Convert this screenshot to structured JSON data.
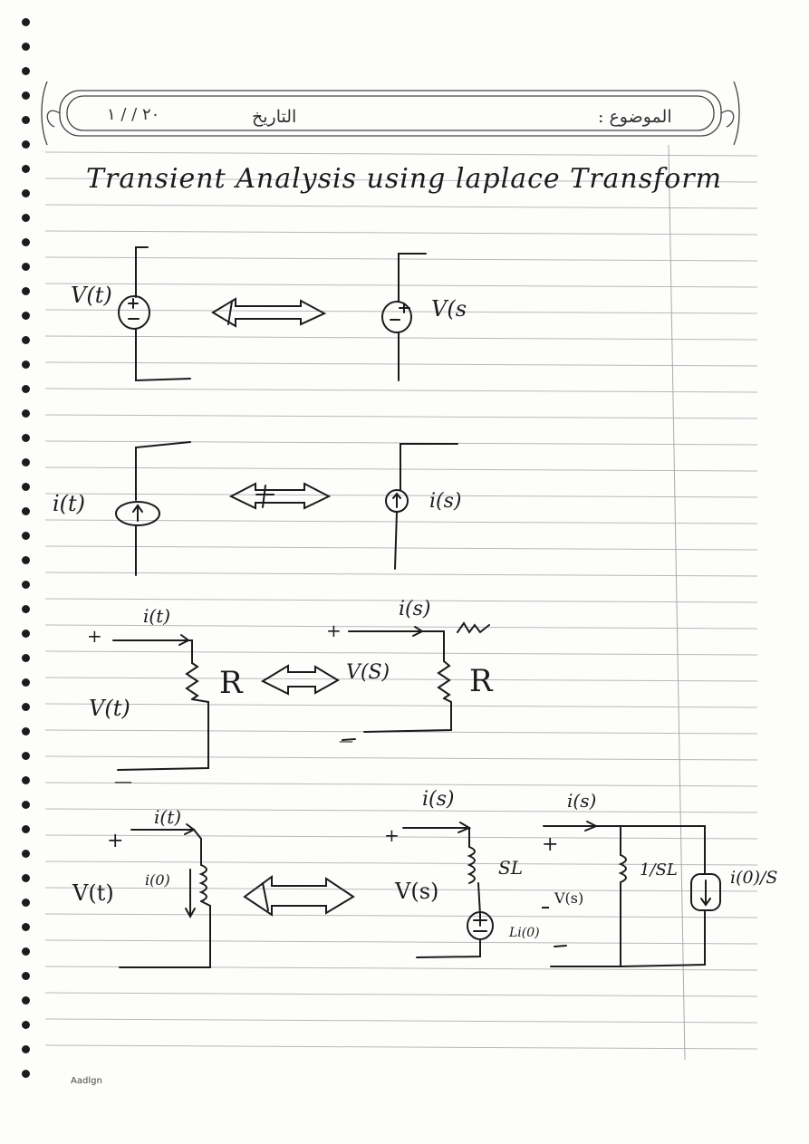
{
  "header": {
    "subject_label": "الموضوع :",
    "date_label": "التاريخ",
    "date_value": "٢٠ / / ١"
  },
  "title": "Transient Analysis using laplace Transform",
  "rows": [
    {
      "left_label": "V(t)",
      "right_label": "V(s"
    },
    {
      "left_label": "i(t)",
      "right_label": "i(s)"
    },
    {
      "left_plus": "+",
      "left_minus": "—",
      "left_current": "i(t)",
      "left_voltage": "V(t)",
      "left_resistor": "R",
      "right_plus": "+",
      "right_minus": "—",
      "right_current": "i(s)",
      "right_voltage": "V(S)",
      "right_resistor": "R"
    },
    {
      "left_plus": "+",
      "left_current": "i(t)",
      "left_voltage": "V(t)",
      "left_init": "i(0)",
      "mid_plus": "+",
      "mid_current": "i(s)",
      "mid_voltage": "V(s)",
      "mid_sl": "SL",
      "mid_li0": "Li(0)",
      "right_plus": "+",
      "right_current": "i(s)",
      "right_voltage": "V(s)",
      "right_sl": "1/SL",
      "right_src": "i(0)/S"
    }
  ],
  "footer": {
    "brand": "Aadlgn"
  }
}
